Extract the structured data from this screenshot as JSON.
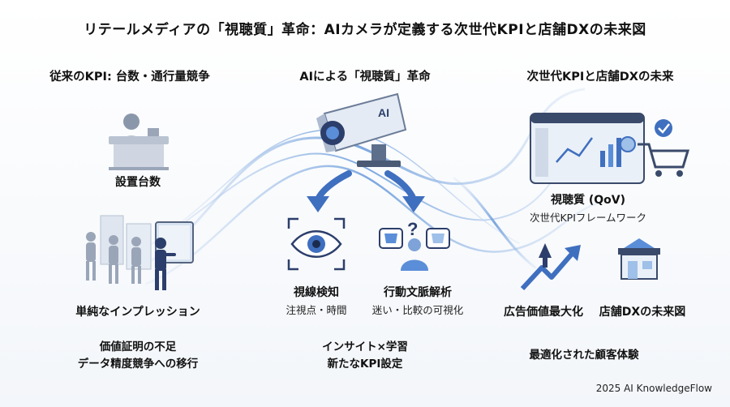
{
  "title": "リテールメディアの「視聴質」革命：AIカメラが定義する次世代KPIと店舗DXの未来図",
  "columns": {
    "left": {
      "heading": "従来のKPI: 台数・通行量競争",
      "item1": "設置台数",
      "item2": "単純なインプレッション",
      "footer_line1": "価値証明の不足",
      "footer_line2": "データ精度競争への移行"
    },
    "center": {
      "heading": "AIによる「視聴質」革命",
      "camera_badge": "AI",
      "gaze_label": "視線検知",
      "gaze_sub": "注視点・時間",
      "context_label": "行動文脈解析",
      "context_sub": "迷い・比較の可視化",
      "footer_line1": "インサイト×学習",
      "footer_line2": "新たなKPI設定"
    },
    "right": {
      "heading": "次世代KPIと店舗DXの未来",
      "qov_label": "視聴質 (QoV)",
      "qov_sub": "次世代KPIフレームワーク",
      "ad_label": "広告価値最大化",
      "store_label": "店舗DXの未来図",
      "footer": "最適化された顧客体験"
    }
  },
  "credit": "2025 AI KnowledgeFlow",
  "colors": {
    "accent": "#2f6fc8",
    "dark": "#3a4a6b",
    "light": "#9fc0e8"
  }
}
